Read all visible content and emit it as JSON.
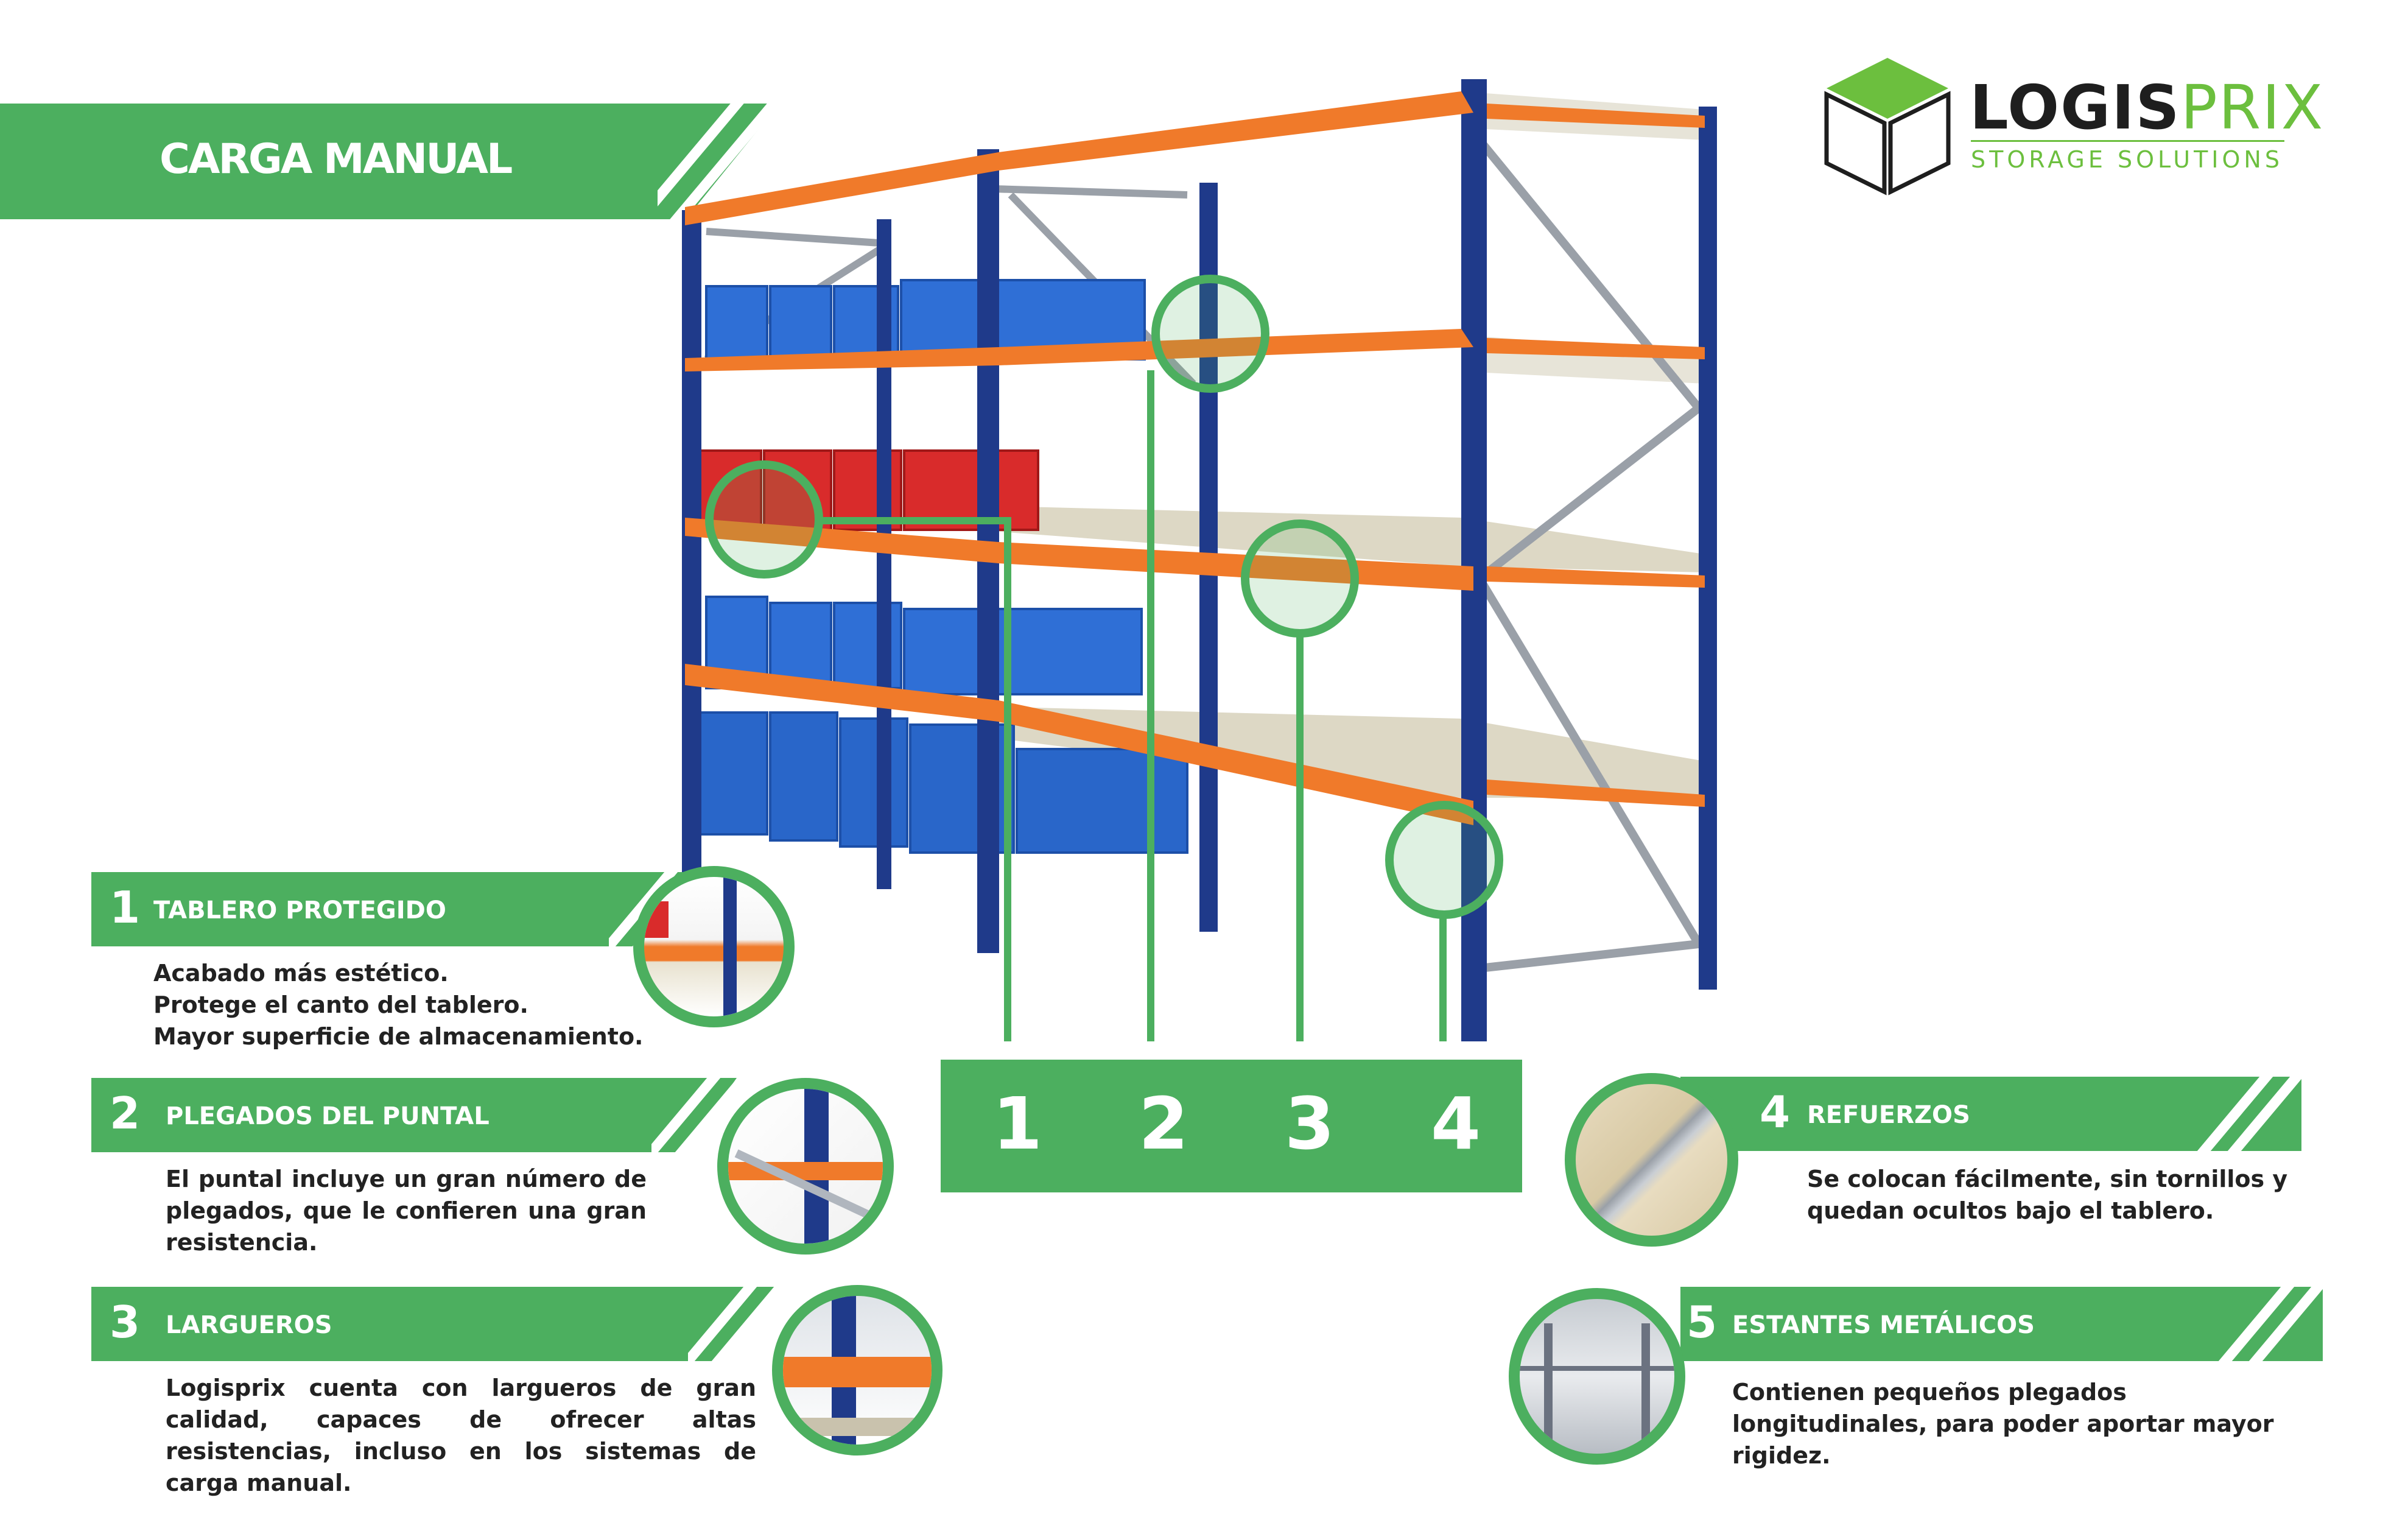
{
  "header": {
    "title": "CARGA MANUAL"
  },
  "logo": {
    "brand_a": "LOGIS",
    "brand_b": "PRIX",
    "tagline": "STORAGE SOLUTIONS"
  },
  "callout_numbers": [
    "1",
    "2",
    "3",
    "4"
  ],
  "features": [
    {
      "number": "1",
      "title": "TABLERO PROTEGIDO",
      "lines": [
        "Acabado más estético.",
        "Protege el canto del tablero.",
        "Mayor superficie de almacenamiento."
      ]
    },
    {
      "number": "2",
      "title": "PLEGADOS DEL PUNTAL",
      "text": "El puntal incluye un gran número de plegados, que le confieren una gran resistencia."
    },
    {
      "number": "3",
      "title": "LARGUEROS",
      "text": "Logisprix cuenta con largueros de gran calidad, capaces de ofrecer altas resistencias, incluso en los sistemas de carga manual."
    },
    {
      "number": "4",
      "title": "REFUERZOS",
      "text": "Se colocan fácilmente, sin tornillos y quedan ocultos bajo el tablero."
    },
    {
      "number": "5",
      "title": "ESTANTES METÁLICOS",
      "text": "Contienen pequeños plegados longitudinales, para poder aportar mayor rigidez."
    }
  ],
  "colors": {
    "accent": "#4caf5f",
    "upright": "#1f3a8a",
    "beam": "#f07a2a",
    "logo_green": "#6cbf3e"
  }
}
